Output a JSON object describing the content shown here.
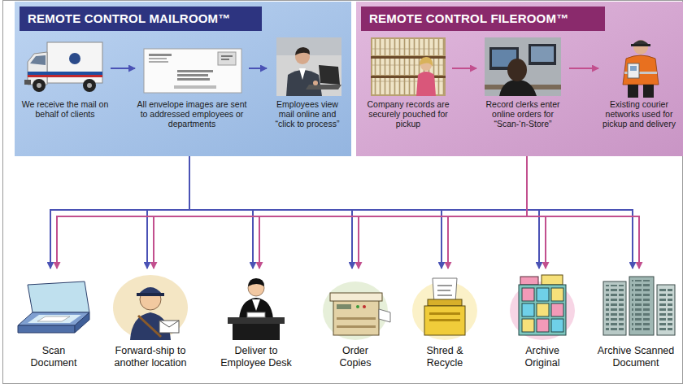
{
  "diagram": {
    "nodes": [
      {
        "text": [
          "REMOTE CONTROL MAILROOM™"
        ]
      },
      {
        "text": [
          "We receive the mail on behalf of clients"
        ],
        "in": 0
      },
      {
        "text": [
          "All envelope images are sent to addressed employees or departments"
        ],
        "in": 0
      },
      {
        "text": [
          "Employees view mail online and “click to process”"
        ],
        "in": 0
      },
      {
        "text": [
          "REMOTE CONTROL FILEROOM™"
        ]
      },
      {
        "text": [
          "Company records are securely pouched for pickup"
        ],
        "in": 4
      },
      {
        "text": [
          "Record clerks enter online orders for “Scan-‘n-Store”"
        ],
        "in": 4
      },
      {
        "text": [
          "Existing courier networks used for pickup and delivery"
        ],
        "in": 4
      },
      {
        "text": [
          "Scan Document"
        ]
      },
      {
        "text": [
          "Forward-ship to another location"
        ]
      },
      {
        "text": [
          "Deliver to Employee Desk"
        ]
      },
      {
        "text": [
          "Order Copies"
        ]
      },
      {
        "text": [
          "Shred & Recycle"
        ]
      },
      {
        "text": [
          "Archive Original"
        ]
      },
      {
        "text": [
          "Archive Scanned Document"
        ]
      }
    ],
    "edges": [
      {
        "from": 1,
        "to": 2,
        "arrow": "to"
      },
      {
        "from": 2,
        "to": 3,
        "arrow": "to"
      },
      {
        "from": 5,
        "to": 6,
        "arrow": "to"
      },
      {
        "from": 6,
        "to": 7,
        "arrow": "to"
      },
      {
        "from": 0,
        "to": 8,
        "arrow": "to"
      },
      {
        "from": 0,
        "to": 9,
        "arrow": "to"
      },
      {
        "from": 0,
        "to": 10,
        "arrow": "to"
      },
      {
        "from": 0,
        "to": 11,
        "arrow": "to"
      },
      {
        "from": 0,
        "to": 12,
        "arrow": "to"
      },
      {
        "from": 0,
        "to": 13,
        "arrow": "to"
      },
      {
        "from": 0,
        "to": 14,
        "arrow": "to"
      },
      {
        "from": 4,
        "to": 8,
        "arrow": "to"
      },
      {
        "from": 4,
        "to": 9,
        "arrow": "to"
      },
      {
        "from": 4,
        "to": 10,
        "arrow": "to"
      },
      {
        "from": 4,
        "to": 11,
        "arrow": "to"
      },
      {
        "from": 4,
        "to": 12,
        "arrow": "to"
      },
      {
        "from": 4,
        "to": 13,
        "arrow": "to"
      },
      {
        "from": 4,
        "to": 14,
        "arrow": "to"
      }
    ]
  }
}
